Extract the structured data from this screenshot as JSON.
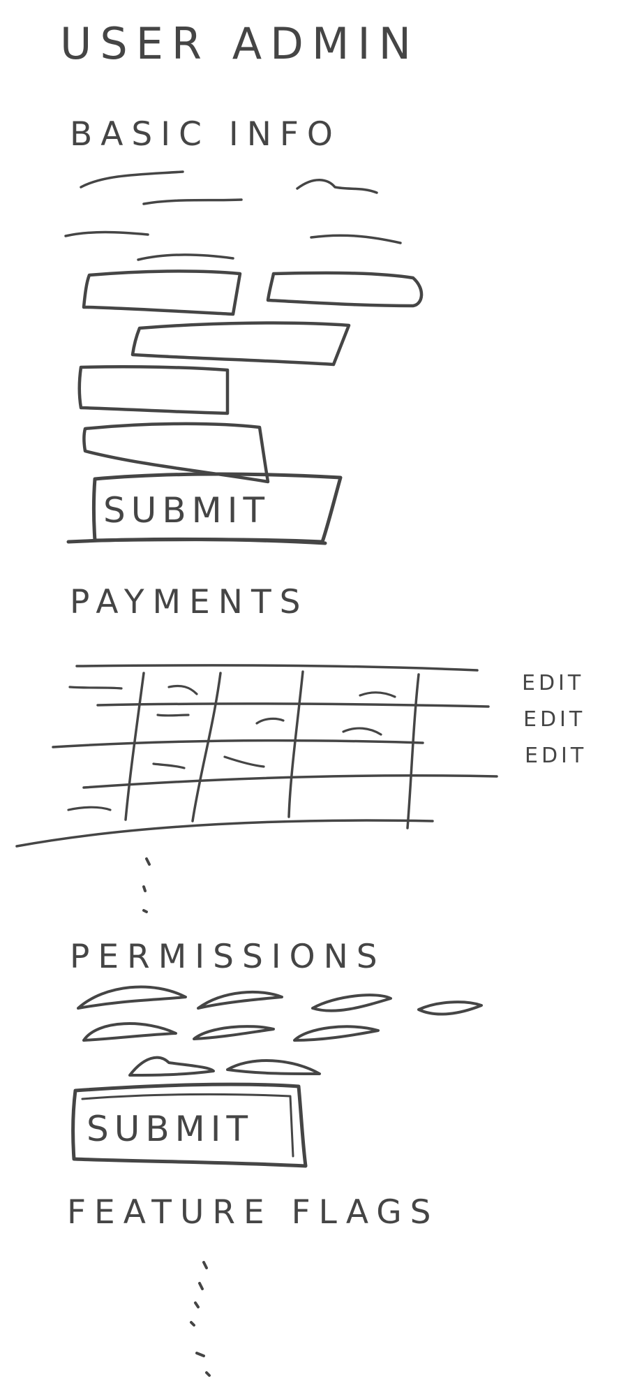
{
  "page_title": "USER ADMIN",
  "sections": {
    "basic_info": {
      "heading": "BASIC INFO",
      "submit_label": "SUBMIT"
    },
    "payments": {
      "heading": "PAYMENTS",
      "row_actions": [
        "EDIT",
        "EDIT",
        "EDIT"
      ]
    },
    "permissions": {
      "heading": "PERMISSIONS",
      "submit_label": "SUBMIT"
    },
    "feature_flags": {
      "heading": "FEATURE FLAGS"
    }
  },
  "ink_color": "#454545"
}
